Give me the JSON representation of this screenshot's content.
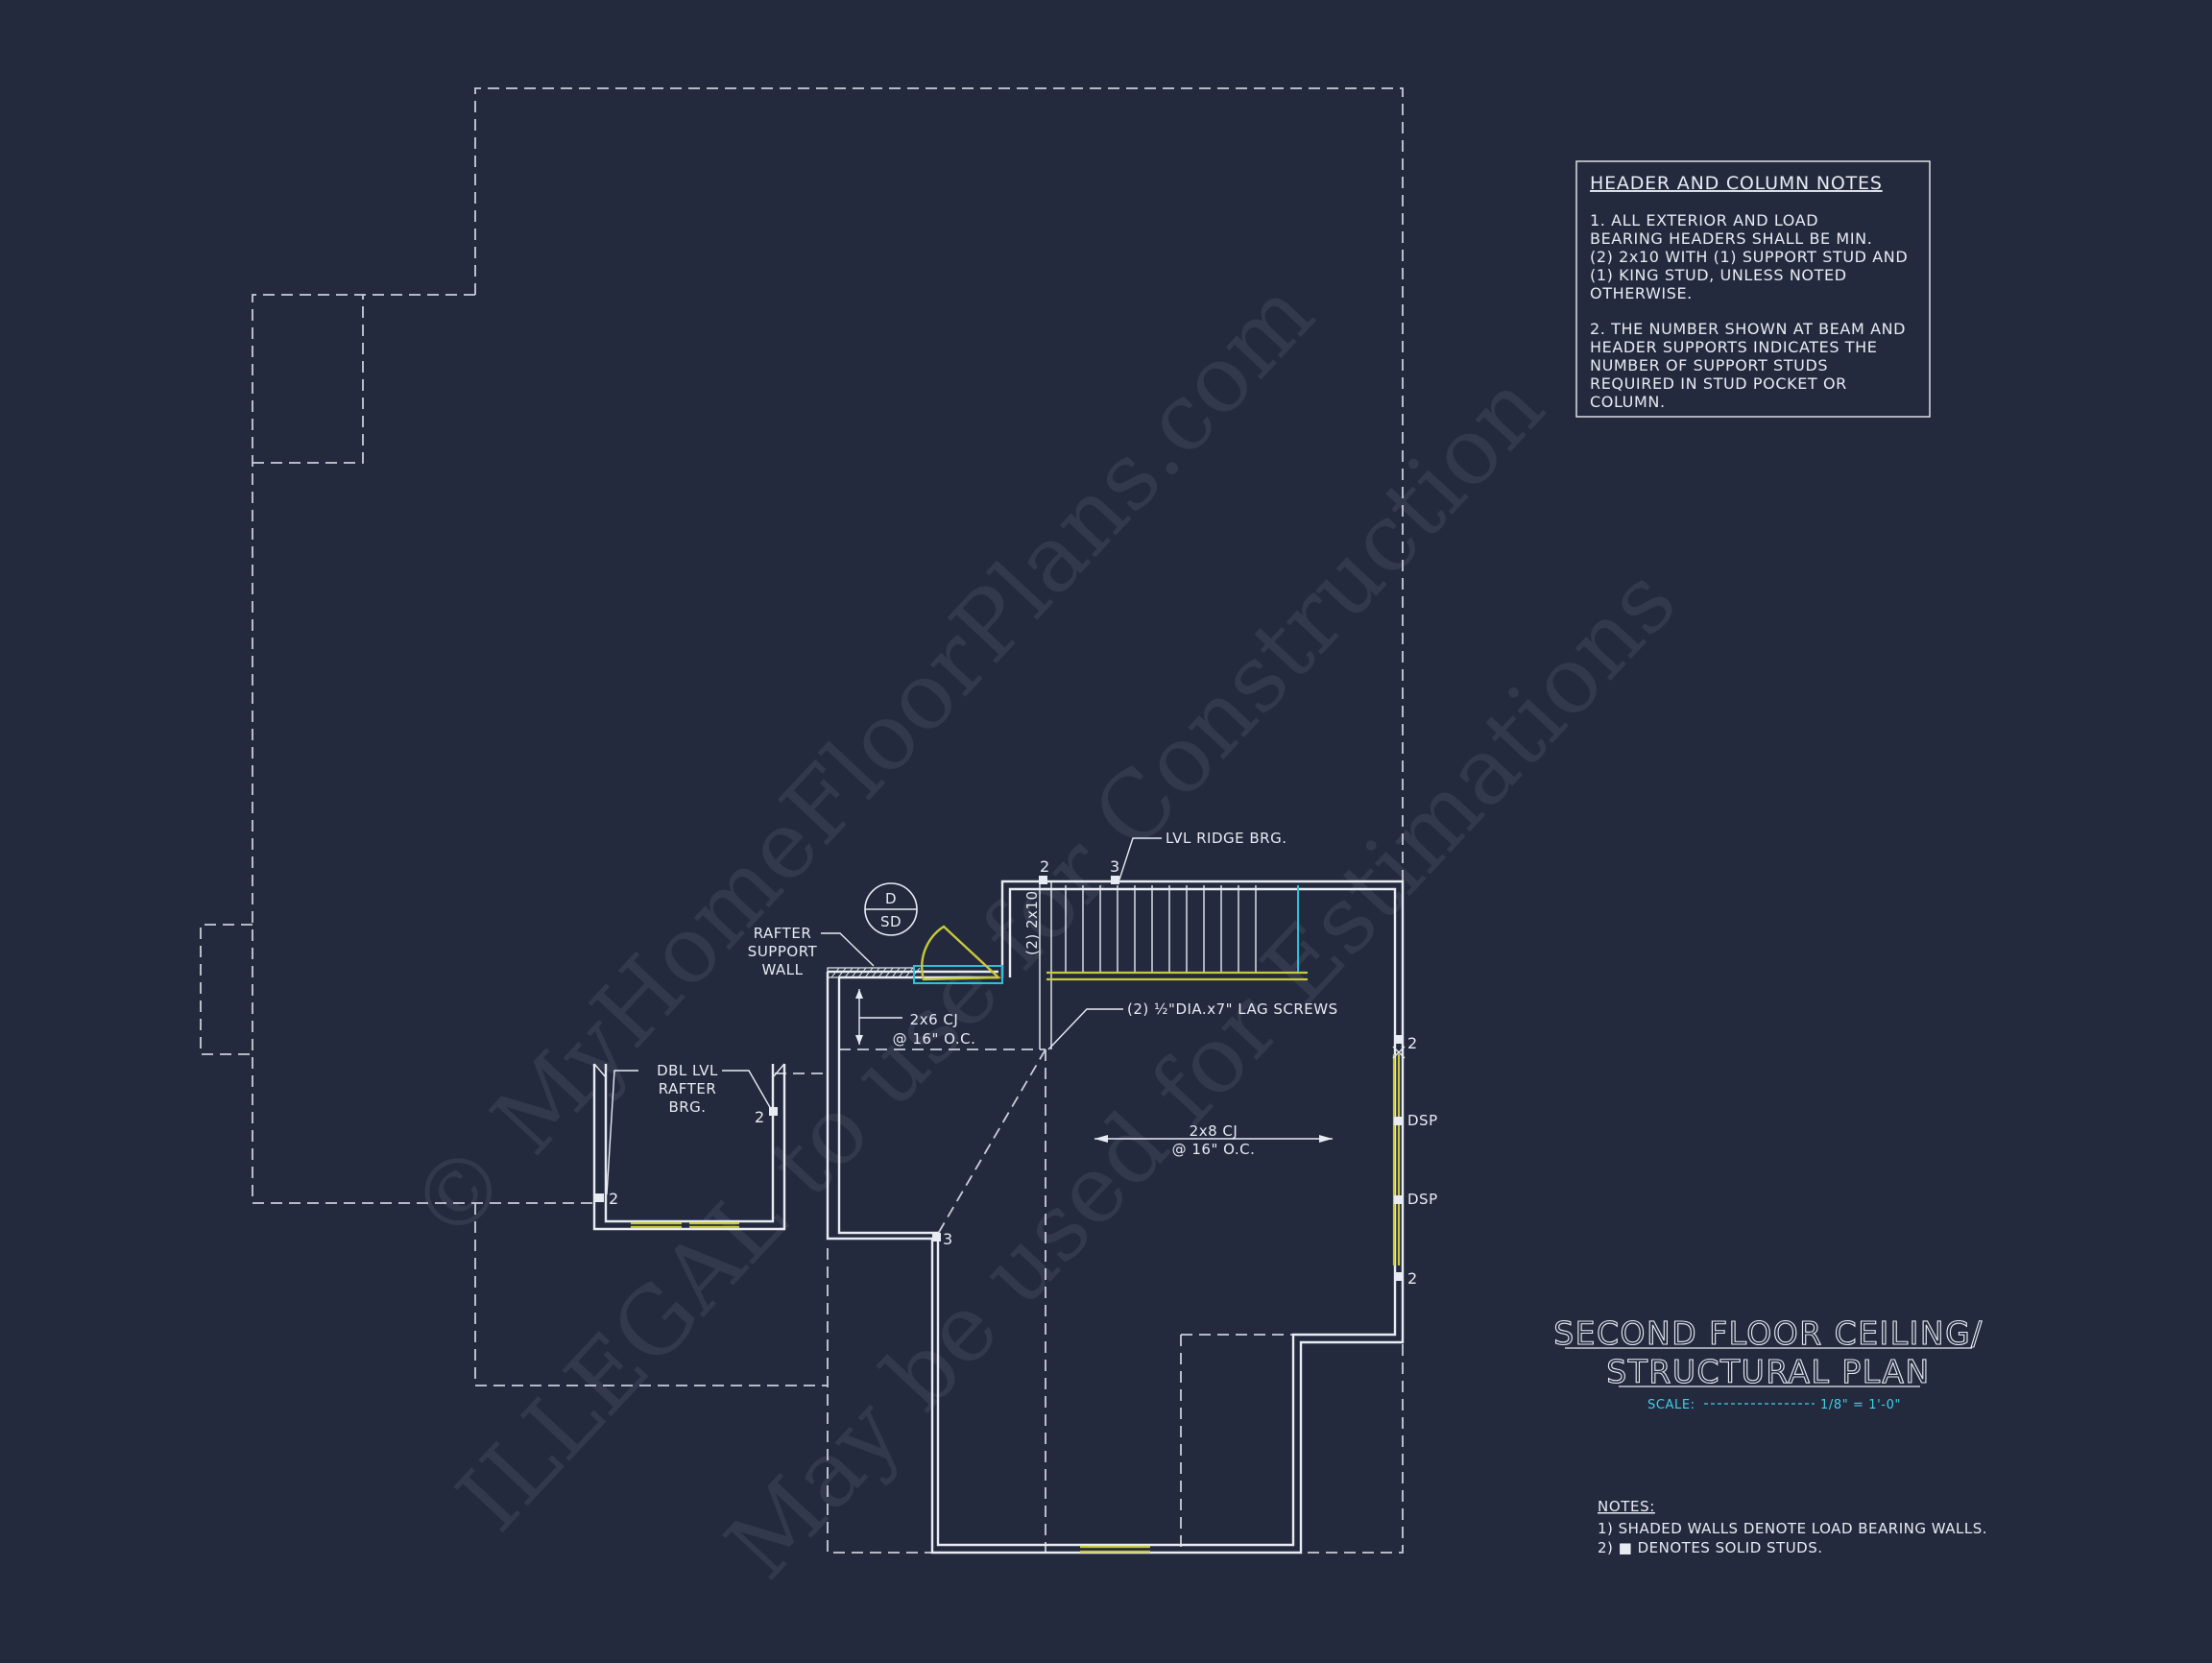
{
  "watermark": {
    "line1": "© MyHomeFloorPlans.com",
    "line2": "ILLEGAL to use for Construction",
    "line3": "May be used for Estimations"
  },
  "notes_box": {
    "title": "HEADER AND COLUMN NOTES",
    "note1": [
      "1. ALL EXTERIOR AND LOAD",
      "BEARING HEADERS SHALL BE MIN.",
      "(2) 2x10 WITH (1) SUPPORT STUD AND",
      "(1) KING STUD, UNLESS NOTED",
      "OTHERWISE."
    ],
    "note2": [
      "2. THE NUMBER SHOWN AT BEAM AND",
      "HEADER SUPPORTS INDICATES THE",
      "NUMBER OF SUPPORT STUDS",
      "REQUIRED IN STUD POCKET OR",
      "COLUMN."
    ]
  },
  "title": {
    "line1": "SECOND FLOOR CEILING/",
    "line2": "STRUCTURAL PLAN",
    "scale_label": "SCALE:",
    "scale_value": "1/8\" = 1'-0\""
  },
  "footer_notes": {
    "title": "NOTES:",
    "line1": "1) SHADED WALLS DENOTE LOAD BEARING WALLS.",
    "line2": "2)  ■  DENOTES SOLID STUDS."
  },
  "labels": {
    "lvl_ridge": "LVL RIDGE BRG.",
    "header_2x10": "(2) 2x10",
    "rafter_support": [
      "RAFTER",
      "SUPPORT",
      "WALL"
    ],
    "cj_2x6": [
      "2x6 CJ",
      "@ 16\" O.C."
    ],
    "lag_screws": "(2) ½\"DIA.x7\" LAG SCREWS",
    "dbl_lvl": [
      "DBL LVL",
      "RAFTER",
      "BRG."
    ],
    "cj_2x8": [
      "2x8 CJ",
      "@ 16\" O.C."
    ],
    "dsp": "DSP",
    "smoke_top": "D",
    "smoke_bottom": "SD"
  },
  "stud_counts": {
    "ridge_left": "2",
    "ridge_right": "3",
    "right_top": "2",
    "right_bottom": "2",
    "dbl_lvl_right": "2",
    "dbl_lvl_left": "2",
    "corner": "3"
  }
}
